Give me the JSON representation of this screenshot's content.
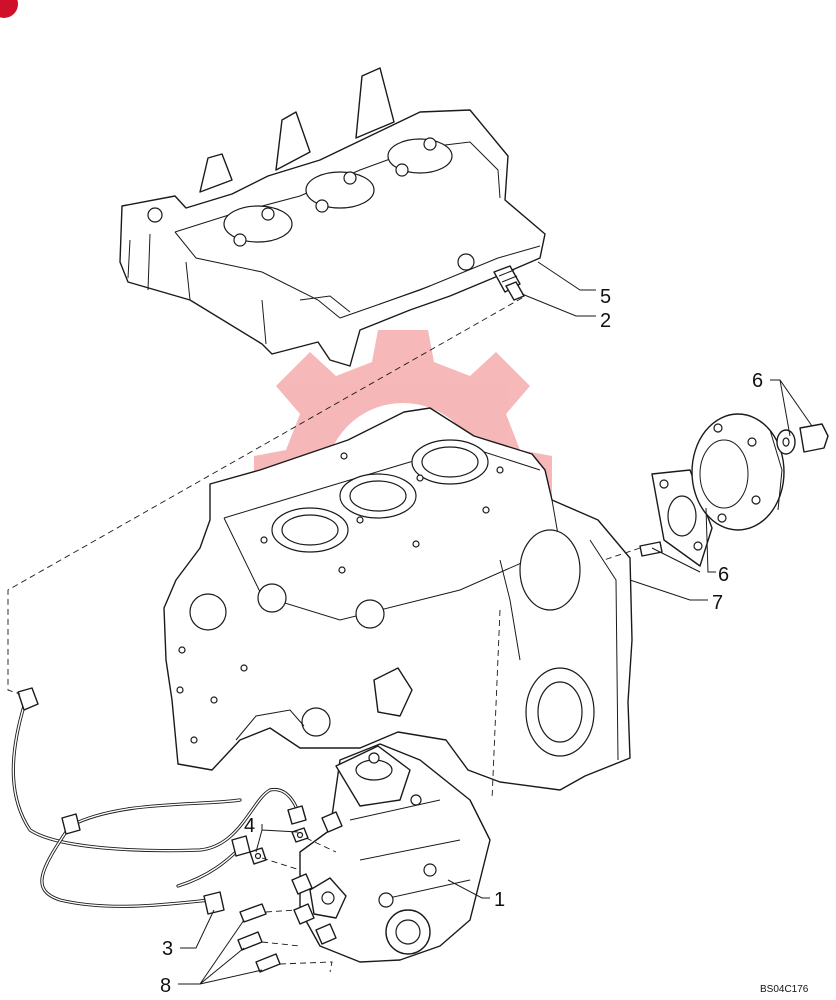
{
  "callouts": {
    "c1": "1",
    "c2": "2",
    "c3": "3",
    "c4": "4",
    "c5": "5",
    "c6a": "6",
    "c6b": "6",
    "c7": "7",
    "c8": "8"
  },
  "reference_code": "BS04C176",
  "colors": {
    "line": "#1a1a1a",
    "background": "#ffffff",
    "watermark": "#e8333a",
    "corner_badge": "#d0102a"
  }
}
